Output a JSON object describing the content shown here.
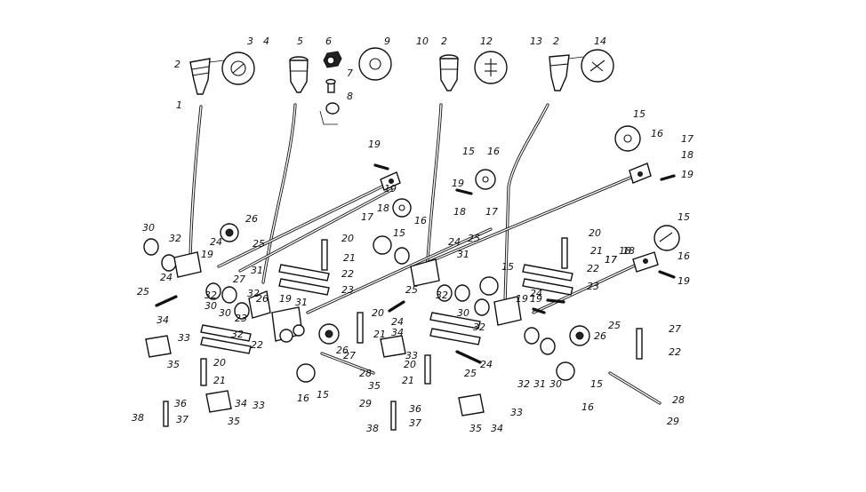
{
  "callouts": [
    {
      "id": "c1",
      "text": "1"
    },
    {
      "id": "c2a",
      "text": "2"
    },
    {
      "id": "c3",
      "text": "3"
    },
    {
      "id": "c4",
      "text": "4"
    },
    {
      "id": "c5",
      "text": "5"
    },
    {
      "id": "c6",
      "text": "6"
    },
    {
      "id": "c7",
      "text": "7"
    },
    {
      "id": "c8",
      "text": "8"
    },
    {
      "id": "c9",
      "text": "9"
    },
    {
      "id": "c10",
      "text": "10"
    },
    {
      "id": "c2b",
      "text": "2"
    },
    {
      "id": "c12",
      "text": "12"
    },
    {
      "id": "c13",
      "text": "13"
    },
    {
      "id": "c2c",
      "text": "2"
    },
    {
      "id": "c14",
      "text": "14"
    },
    {
      "id": "c15a",
      "text": "15"
    },
    {
      "id": "c16a",
      "text": "16"
    },
    {
      "id": "c17a",
      "text": "17"
    },
    {
      "id": "c18a",
      "text": "18"
    },
    {
      "id": "c19a",
      "text": "19"
    },
    {
      "id": "c19b",
      "text": "19"
    },
    {
      "id": "c15b",
      "text": "15"
    },
    {
      "id": "c16b",
      "text": "16"
    },
    {
      "id": "c19c",
      "text": "19"
    },
    {
      "id": "c18b",
      "text": "18"
    },
    {
      "id": "c17b",
      "text": "17"
    },
    {
      "id": "c19d",
      "text": "19"
    },
    {
      "id": "c17c",
      "text": "17"
    },
    {
      "id": "c18c",
      "text": "18"
    },
    {
      "id": "c16c",
      "text": "16"
    },
    {
      "id": "c15c",
      "text": "15"
    },
    {
      "id": "c15d",
      "text": "15"
    },
    {
      "id": "c16d",
      "text": "16"
    },
    {
      "id": "c17d",
      "text": "17"
    },
    {
      "id": "c18d",
      "text": "18"
    },
    {
      "id": "c19e",
      "text": "19"
    },
    {
      "id": "c30a",
      "text": "30"
    },
    {
      "id": "c32a",
      "text": "32"
    },
    {
      "id": "c26a",
      "text": "26"
    },
    {
      "id": "c24a",
      "text": "24"
    },
    {
      "id": "c25a",
      "text": "25"
    },
    {
      "id": "c19f",
      "text": "19"
    },
    {
      "id": "c20a",
      "text": "20"
    },
    {
      "id": "c21a",
      "text": "21"
    },
    {
      "id": "c30b",
      "text": "30"
    },
    {
      "id": "c32b",
      "text": "32"
    },
    {
      "id": "c22a",
      "text": "22"
    },
    {
      "id": "c23a",
      "text": "23"
    },
    {
      "id": "c25b",
      "text": "25"
    },
    {
      "id": "c24b",
      "text": "24"
    },
    {
      "id": "c31a",
      "text": "31"
    },
    {
      "id": "c27a",
      "text": "27"
    },
    {
      "id": "c32c",
      "text": "32"
    },
    {
      "id": "c30c",
      "text": "30"
    },
    {
      "id": "c32d",
      "text": "32"
    },
    {
      "id": "c26b",
      "text": "26"
    },
    {
      "id": "c22b",
      "text": "22"
    },
    {
      "id": "c19g",
      "text": "19"
    },
    {
      "id": "c31b",
      "text": "31"
    },
    {
      "id": "c23b",
      "text": "23"
    },
    {
      "id": "c34a",
      "text": "34"
    },
    {
      "id": "c33a",
      "text": "33"
    },
    {
      "id": "c35a",
      "text": "35"
    },
    {
      "id": "c20b",
      "text": "20"
    },
    {
      "id": "c21b",
      "text": "21"
    },
    {
      "id": "c34b",
      "text": "34"
    },
    {
      "id": "c33b",
      "text": "33"
    },
    {
      "id": "c36a",
      "text": "36"
    },
    {
      "id": "c37a",
      "text": "37"
    },
    {
      "id": "c38a",
      "text": "38"
    },
    {
      "id": "c35b",
      "text": "35"
    },
    {
      "id": "c20c",
      "text": "20"
    },
    {
      "id": "c24c",
      "text": "24"
    },
    {
      "id": "c21c",
      "text": "21"
    },
    {
      "id": "c26c",
      "text": "26"
    },
    {
      "id": "c27b",
      "text": "27"
    },
    {
      "id": "c28a",
      "text": "28"
    },
    {
      "id": "c16e",
      "text": "16"
    },
    {
      "id": "c15e",
      "text": "15"
    },
    {
      "id": "c29a",
      "text": "29"
    },
    {
      "id": "c24d",
      "text": "24"
    },
    {
      "id": "c25c",
      "text": "25"
    },
    {
      "id": "c31c",
      "text": "31"
    },
    {
      "id": "c32e",
      "text": "32"
    },
    {
      "id": "c30d",
      "text": "30"
    },
    {
      "id": "c32f",
      "text": "32"
    },
    {
      "id": "c25d",
      "text": "25"
    },
    {
      "id": "c34c",
      "text": "34"
    },
    {
      "id": "c33c",
      "text": "33"
    },
    {
      "id": "c35c",
      "text": "35"
    },
    {
      "id": "c20d",
      "text": "20"
    },
    {
      "id": "c21d",
      "text": "21"
    },
    {
      "id": "c25e",
      "text": "25"
    },
    {
      "id": "c24e",
      "text": "24"
    },
    {
      "id": "c36b",
      "text": "36"
    },
    {
      "id": "c37b",
      "text": "37"
    },
    {
      "id": "c38b",
      "text": "38"
    },
    {
      "id": "c35d",
      "text": "35"
    },
    {
      "id": "c34d",
      "text": "34"
    },
    {
      "id": "c33d",
      "text": "33"
    },
    {
      "id": "c20e",
      "text": "20"
    },
    {
      "id": "c21e",
      "text": "21"
    },
    {
      "id": "c22c",
      "text": "22"
    },
    {
      "id": "c23c",
      "text": "23"
    },
    {
      "id": "c15f",
      "text": "15"
    },
    {
      "id": "c18e",
      "text": "18"
    },
    {
      "id": "c17e",
      "text": "17"
    },
    {
      "id": "c19h",
      "text": "19"
    },
    {
      "id": "c24f",
      "text": "24"
    },
    {
      "id": "c19i",
      "text": "19"
    },
    {
      "id": "c25f",
      "text": "25"
    },
    {
      "id": "c26d",
      "text": "26"
    },
    {
      "id": "c32g",
      "text": "32"
    },
    {
      "id": "c31d",
      "text": "31"
    },
    {
      "id": "c30e",
      "text": "30"
    },
    {
      "id": "c15g",
      "text": "15"
    },
    {
      "id": "c16f",
      "text": "16"
    },
    {
      "id": "c27c",
      "text": "27"
    },
    {
      "id": "c22d",
      "text": "22"
    },
    {
      "id": "c28b",
      "text": "28"
    },
    {
      "id": "c29b",
      "text": "29"
    }
  ]
}
